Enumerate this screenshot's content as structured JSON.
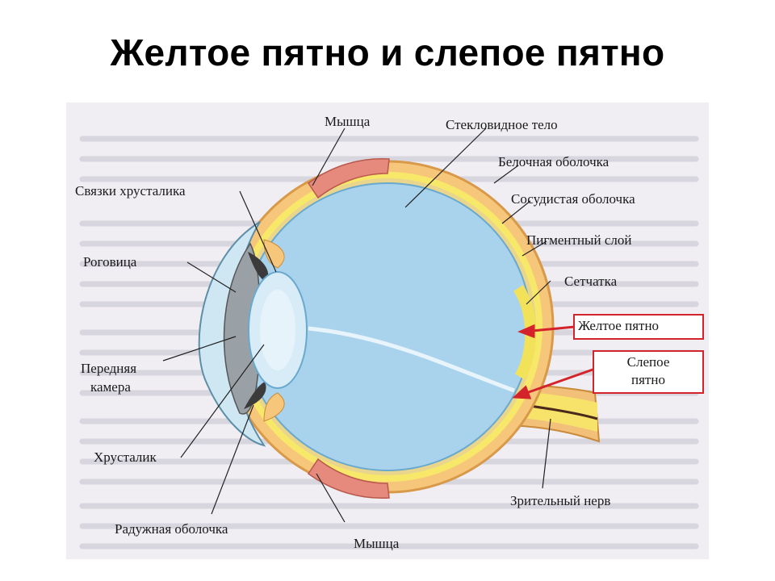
{
  "title": "Желтое пятно и слепое пятно",
  "labels": {
    "muscle_top": "Мышца",
    "vitreous": "Стекловидное тело",
    "sclera": "Белочная оболочка",
    "lens_ligaments": "Связки хрусталика",
    "choroid": "Сосудистая оболочка",
    "pigment_layer": "Пигментный слой",
    "cornea": "Роговица",
    "retina": "Сетчатка",
    "yellow_spot": "Желтое пятно",
    "blind_spot_line1": "Слепое",
    "blind_spot_line2": "пятно",
    "anterior_chamber_line1": "Передняя",
    "anterior_chamber_line2": "камера",
    "lens": "Хрусталик",
    "optic_nerve": "Зрительный нерв",
    "iris": "Радужная оболочка",
    "muscle_bottom": "Мышца"
  },
  "colors": {
    "callout_border": "#d4232a",
    "arrow": "#d4232a",
    "vitreous_fill": "#a9d3ec",
    "sclera_fill": "#f6c77a",
    "choroid_fill": "#f8e86a",
    "muscle_fill": "#e58a7c"
  }
}
